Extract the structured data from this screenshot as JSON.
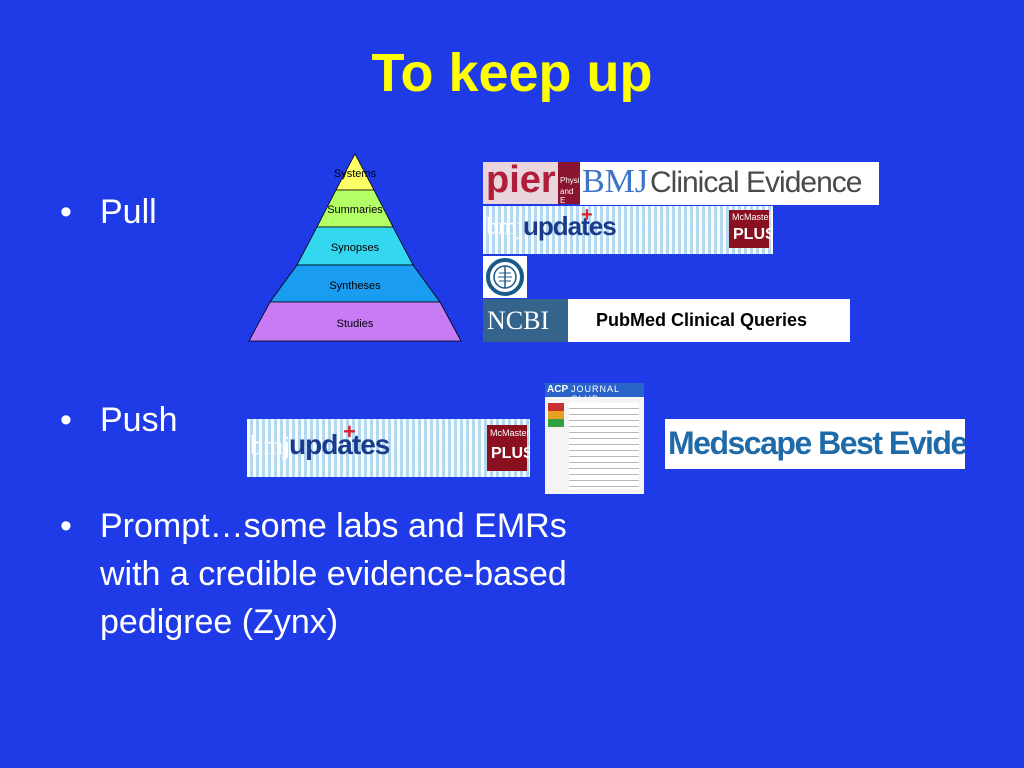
{
  "slide": {
    "title": "To keep up",
    "background": "#1f3be8",
    "title_color": "#ffff00"
  },
  "bullets": [
    {
      "marker": "•",
      "text": "Pull"
    },
    {
      "marker": "•",
      "text": "Push"
    },
    {
      "marker": "•",
      "text": "Prompt…some labs and EMRs with a credible evidence-based pedigree (Zynx)"
    }
  ],
  "pyramid": {
    "levels": [
      {
        "label": "Systems",
        "color": "#ffff66"
      },
      {
        "label": "Summaries",
        "color": "#b3ff66"
      },
      {
        "label": "Synopses",
        "color": "#33d8f0"
      },
      {
        "label": "Syntheses",
        "color": "#1a9cf0"
      },
      {
        "label": "Studies",
        "color": "#c77bf5"
      }
    ]
  },
  "logos": {
    "pier": {
      "text": "pier",
      "sub1": "Physi",
      "sub2": "and E"
    },
    "bmj_ce": {
      "bmj": "BMJ",
      "text": "Clinical Evidence"
    },
    "bmj_updates": {
      "bmj": "bmj",
      "text": "updates",
      "plus": "+",
      "mcmaster": "McMaster",
      "plus_label": "PLUS"
    },
    "ncbi": {
      "ncbi": "NCBI",
      "text": "PubMed Clinical Queries"
    },
    "acp": {
      "acp": "ACP",
      "text": "JOURNAL CLUB"
    },
    "medscape": {
      "text": "Medscape Best Evidence"
    }
  }
}
